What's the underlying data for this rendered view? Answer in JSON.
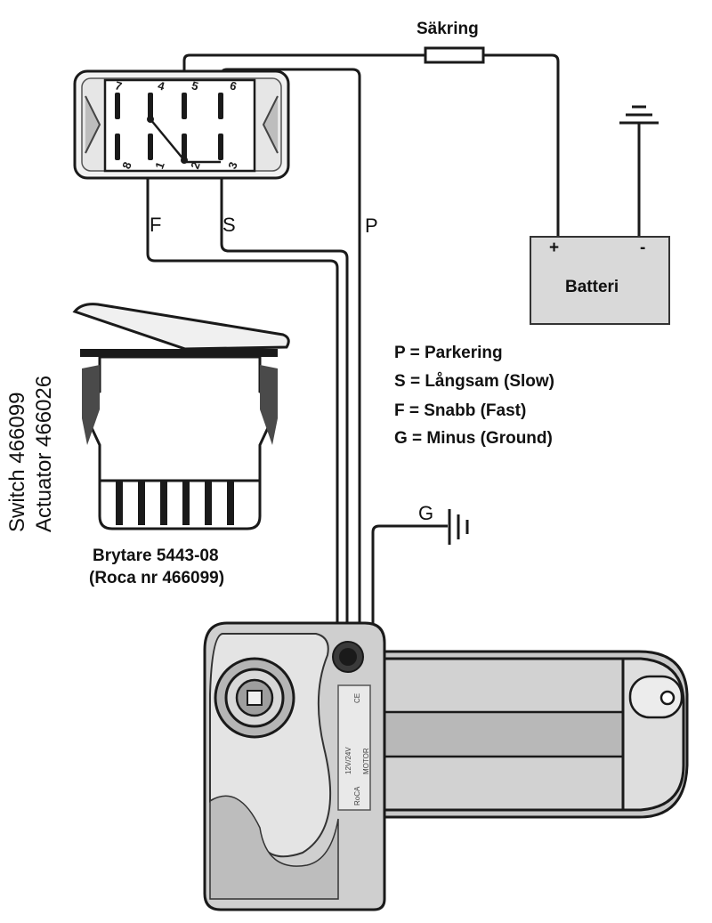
{
  "fuse": {
    "label": "Säkring"
  },
  "battery": {
    "label": "Batteri",
    "plus": "+",
    "minus": "-"
  },
  "wires": {
    "f": "F",
    "s": "S",
    "p": "P",
    "g": "G"
  },
  "switch_pins": {
    "top": [
      "7",
      "4",
      "5",
      "6"
    ],
    "bottom": [
      "8",
      "1",
      "2",
      "3"
    ]
  },
  "legend": [
    "P = Parkering",
    "S = Långsam (Slow)",
    "F = Snabb (Fast)",
    "G = Minus (Ground)"
  ],
  "side_text": {
    "line1": "Switch     466099",
    "line2": "Actuator  466026"
  },
  "switch_caption": {
    "line1": "Brytare 5443-08",
    "line2": "(Roca nr 466099)"
  },
  "motor_plate": [
    "RoCA",
    "CE",
    "12V/24V",
    "MOTOR"
  ]
}
